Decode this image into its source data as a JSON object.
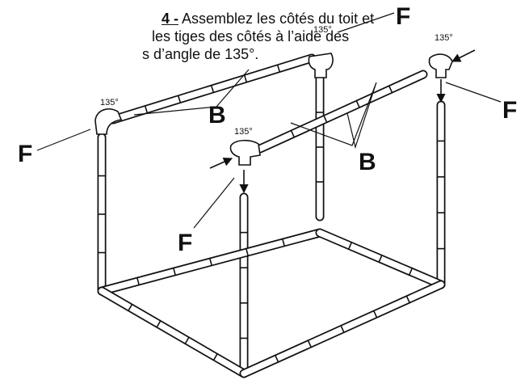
{
  "instruction": {
    "step": "4 -",
    "line1": " Assemblez les côtés du toit et",
    "line2": "les tiges des côtés à l’aide des",
    "line3": "s d’angle de 135°."
  },
  "labels": {
    "part_f": "F",
    "part_b": "B",
    "angle": "135°"
  }
}
